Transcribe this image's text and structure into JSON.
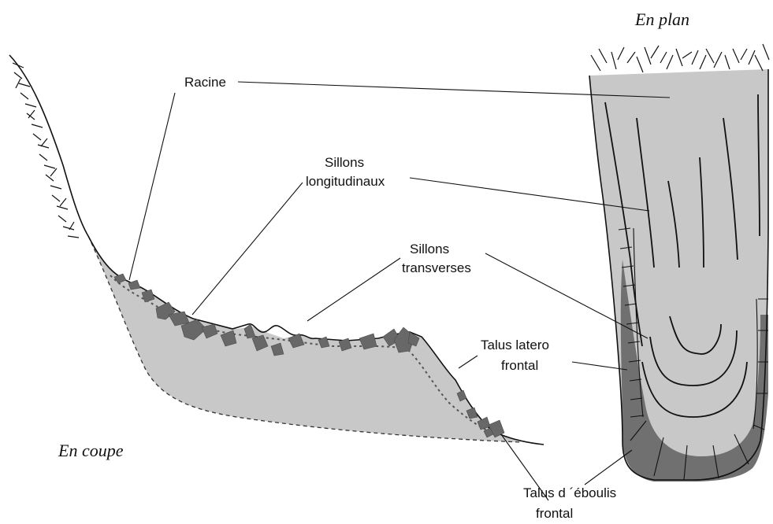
{
  "labels": {
    "en_plan": "En plan",
    "en_coupe": "En coupe",
    "racine": "Racine",
    "sillons_long_1": "Sillons",
    "sillons_long_2": "longitudinaux",
    "sillons_trans_1": "Sillons",
    "sillons_trans_2": "transverses",
    "talus_latero_1": "Talus  latero",
    "talus_latero_2": "frontal",
    "talus_eboulis_1": "Talus d ´éboulis",
    "talus_eboulis_2": "frontal"
  },
  "colors": {
    "glacier_fill": "#c8c8c8",
    "debris_fill": "#686868",
    "line": "#111111",
    "background": "#ffffff"
  }
}
